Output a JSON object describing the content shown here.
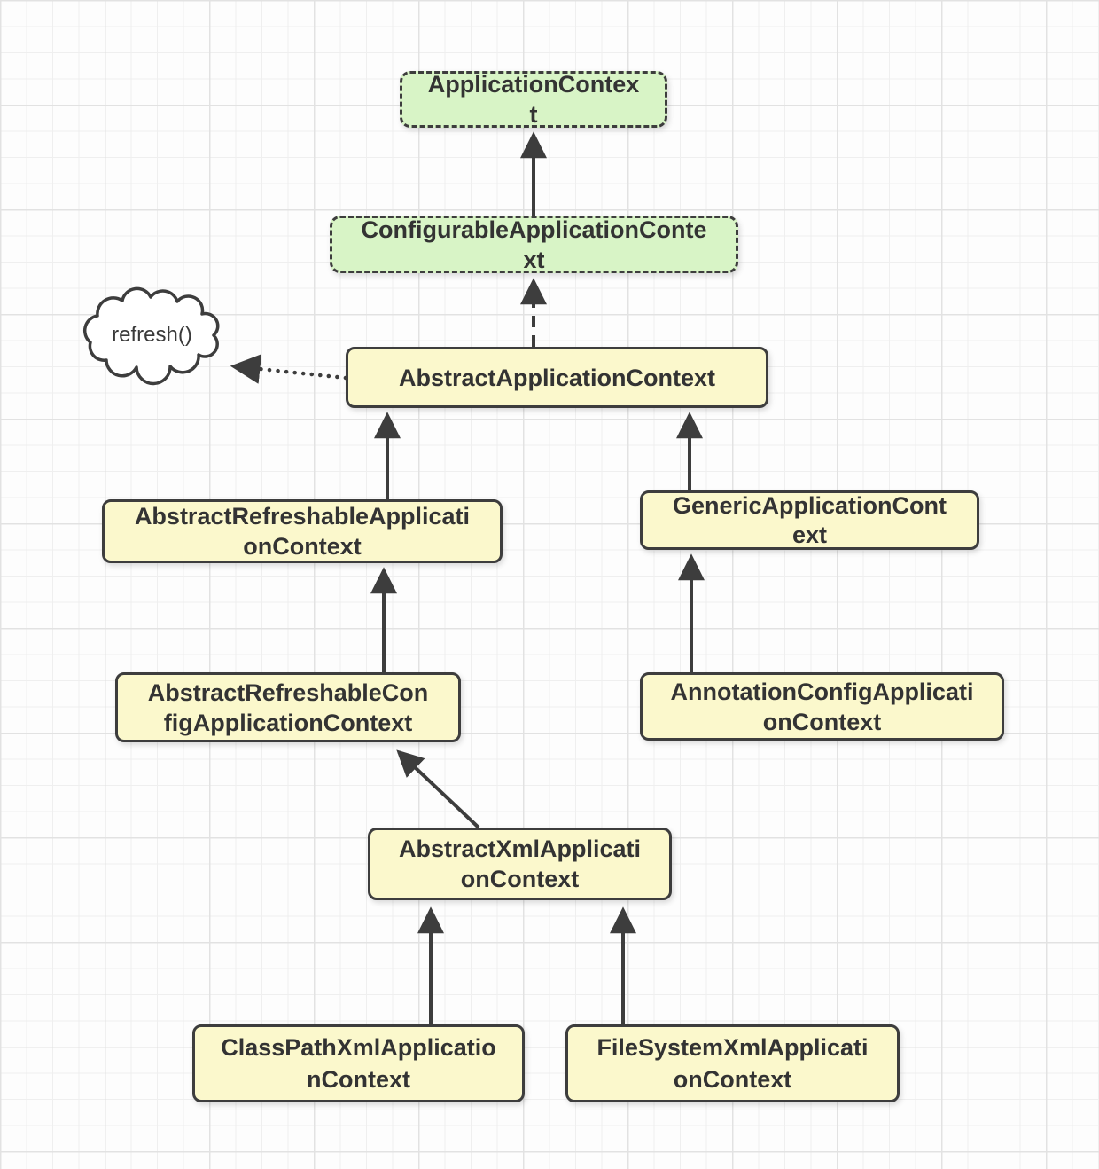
{
  "diagram": {
    "kind": "class-hierarchy",
    "colors": {
      "interface_fill": "#d8f4c6",
      "class_fill": "#fbf8cc",
      "border": "#3d3d3d",
      "text": "#333333",
      "grid_minor": "#efefef",
      "grid_major": "#e2e2e2"
    },
    "nodes": {
      "applicationContext": {
        "name": "ApplicationContext",
        "kind": "interface",
        "lines": [
          "ApplicationContex",
          "t"
        ]
      },
      "configurableApplicationContext": {
        "name": "ConfigurableApplicationContext",
        "kind": "interface",
        "lines": [
          "ConfigurableApplicationConte",
          "xt"
        ]
      },
      "abstractApplicationContext": {
        "name": "AbstractApplicationContext",
        "kind": "class",
        "lines": [
          "AbstractApplicationContext"
        ]
      },
      "abstractRefreshableApplicationContext": {
        "name": "AbstractRefreshableApplicationContext",
        "kind": "class",
        "lines": [
          "AbstractRefreshableApplicati",
          "onContext"
        ]
      },
      "genericApplicationContext": {
        "name": "GenericApplicationContext",
        "kind": "class",
        "lines": [
          "GenericApplicationCont",
          "ext"
        ]
      },
      "abstractRefreshableConfigApplicationContext": {
        "name": "AbstractRefreshableConfigApplicationContext",
        "kind": "class",
        "lines": [
          "AbstractRefreshableCon",
          "figApplicationContext"
        ]
      },
      "annotationConfigApplicationContext": {
        "name": "AnnotationConfigApplicationContext",
        "kind": "class",
        "lines": [
          "AnnotationConfigApplicati",
          "onContext"
        ]
      },
      "abstractXmlApplicationContext": {
        "name": "AbstractXmlApplicationContext",
        "kind": "class",
        "lines": [
          "AbstractXmlApplicati",
          "onContext"
        ]
      },
      "classPathXmlApplicationContext": {
        "name": "ClassPathXmlApplicationContext",
        "kind": "class",
        "lines": [
          "ClassPathXmlApplicatio",
          "nContext"
        ]
      },
      "fileSystemXmlApplicationContext": {
        "name": "FileSystemXmlApplicationContext",
        "kind": "class",
        "lines": [
          "FileSystemXmlApplicati",
          "onContext"
        ]
      }
    },
    "annotation": {
      "shape": "cloud",
      "label": "refresh()"
    },
    "edges": [
      {
        "from": "ConfigurableApplicationContext",
        "to": "ApplicationContext",
        "style": "solid"
      },
      {
        "from": "AbstractApplicationContext",
        "to": "ConfigurableApplicationContext",
        "style": "dashed"
      },
      {
        "from": "AbstractRefreshableApplicationContext",
        "to": "AbstractApplicationContext",
        "style": "solid"
      },
      {
        "from": "GenericApplicationContext",
        "to": "AbstractApplicationContext",
        "style": "solid"
      },
      {
        "from": "AbstractRefreshableConfigApplicationContext",
        "to": "AbstractRefreshableApplicationContext",
        "style": "solid"
      },
      {
        "from": "AnnotationConfigApplicationContext",
        "to": "GenericApplicationContext",
        "style": "solid"
      },
      {
        "from": "AbstractXmlApplicationContext",
        "to": "AbstractRefreshableConfigApplicationContext",
        "style": "solid"
      },
      {
        "from": "ClassPathXmlApplicationContext",
        "to": "AbstractXmlApplicationContext",
        "style": "solid"
      },
      {
        "from": "FileSystemXmlApplicationContext",
        "to": "AbstractXmlApplicationContext",
        "style": "solid"
      },
      {
        "from": "AbstractApplicationContext",
        "to": "refresh()",
        "style": "dotted"
      }
    ]
  }
}
